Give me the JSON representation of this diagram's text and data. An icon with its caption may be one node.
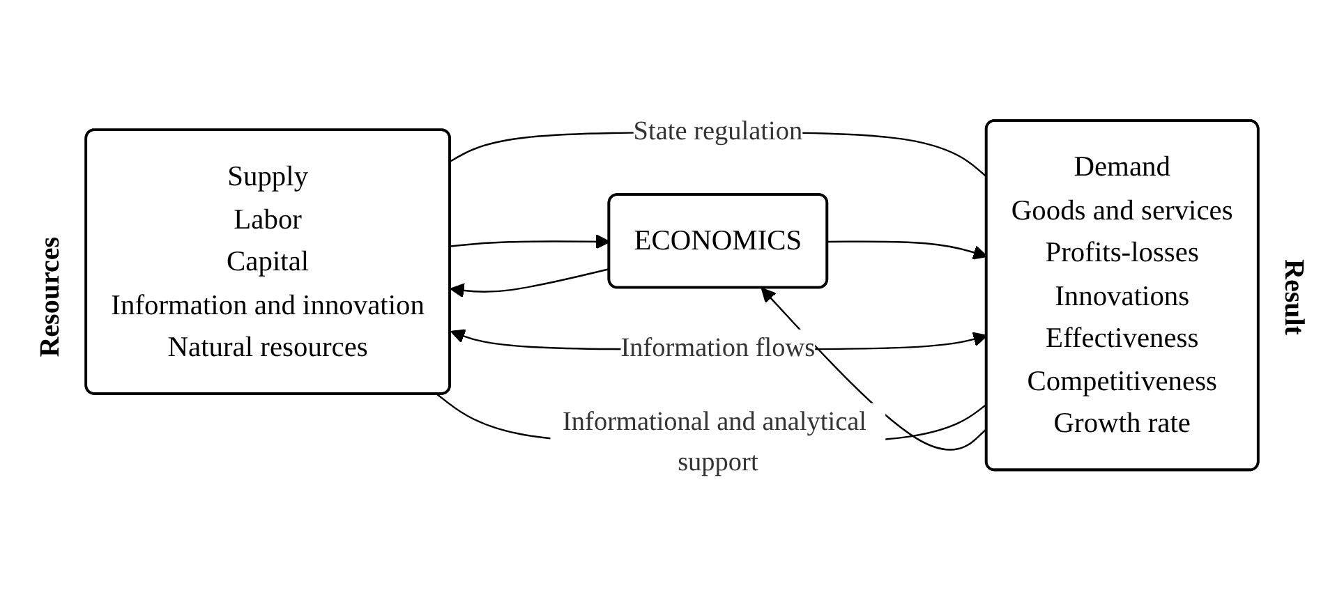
{
  "diagram": {
    "nodes": [
      {
        "text": [
          "Supply",
          "Labor",
          "Capital",
          "Information and innovation",
          "Natural resources"
        ],
        "beside": [
          "Resources"
        ]
      },
      {
        "text": [
          "ECONOMICS"
        ]
      },
      {
        "text": [
          "Demand",
          "Goods and services",
          "Profits-losses",
          "Innovations",
          "Effectiveness",
          "Competitiveness",
          "Growth rate"
        ],
        "beside": [
          "Result"
        ]
      }
    ],
    "edges": [
      {
        "from": 0,
        "to": 2,
        "arrow": "none",
        "label": "State regulation"
      },
      {
        "from": 0,
        "to": 1,
        "arrow": "to"
      },
      {
        "from": 1,
        "to": 0,
        "arrow": "to"
      },
      {
        "from": 1,
        "to": 2,
        "arrow": "to"
      },
      {
        "from": 2,
        "to": 1,
        "arrow": "to"
      },
      {
        "from": 0,
        "to": 2,
        "arrow": "both",
        "label": "Information flows"
      },
      {
        "from": 0,
        "to": 2,
        "arrow": "none",
        "label": "Informational and analytical support"
      }
    ]
  }
}
